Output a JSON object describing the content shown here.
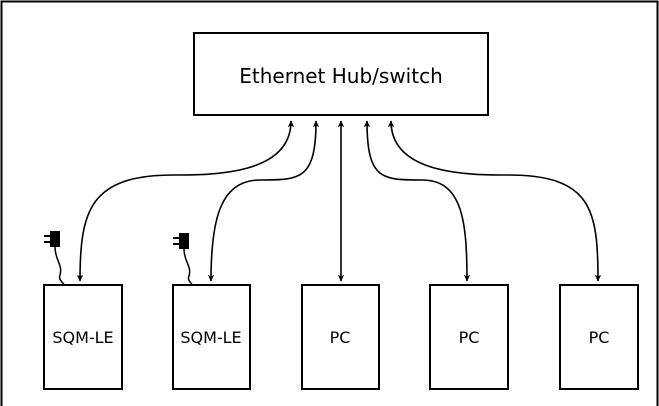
{
  "hub": {
    "label": "Ethernet Hub/switch"
  },
  "devices": [
    {
      "label": "SQM-LE",
      "kind": "sqm",
      "has_power_plug": true
    },
    {
      "label": "SQM-LE",
      "kind": "sqm",
      "has_power_plug": true
    },
    {
      "label": "PC",
      "kind": "pc",
      "has_power_plug": false
    },
    {
      "label": "PC",
      "kind": "pc",
      "has_power_plug": false
    },
    {
      "label": "PC",
      "kind": "pc",
      "has_power_plug": false
    }
  ],
  "connections": [
    {
      "from": "hub",
      "to": "devices.0",
      "style": "curved",
      "arrows": "both"
    },
    {
      "from": "hub",
      "to": "devices.1",
      "style": "curved",
      "arrows": "both"
    },
    {
      "from": "hub",
      "to": "devices.2",
      "style": "straight",
      "arrows": "both"
    },
    {
      "from": "hub",
      "to": "devices.3",
      "style": "curved",
      "arrows": "both"
    },
    {
      "from": "hub",
      "to": "devices.4",
      "style": "curved",
      "arrows": "both"
    }
  ],
  "icons": {
    "power_plug": "power-plug-icon"
  },
  "colors": {
    "stroke": "#000000",
    "background": "#ffffff"
  }
}
